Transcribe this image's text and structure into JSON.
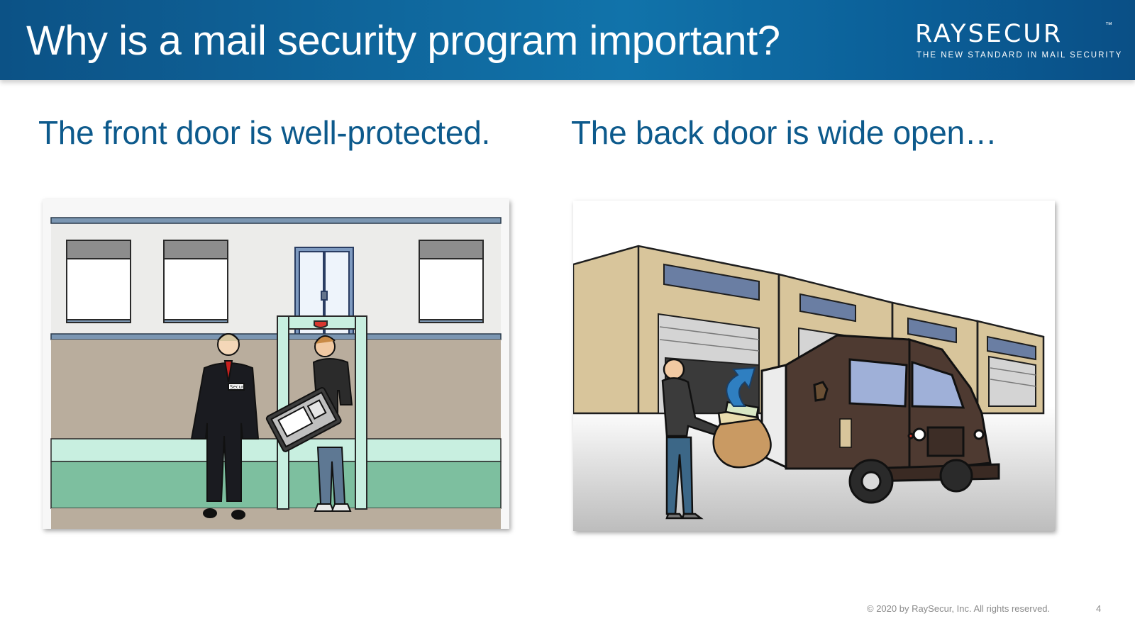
{
  "slide": {
    "title": "Why is a mail security program important?",
    "logo": {
      "wordmark": "RAYSECUR",
      "trademark": "™",
      "tagline": "THE NEW STANDARD IN MAIL SECURITY"
    },
    "left": {
      "heading": "The front door is well-protected.",
      "badge": "Security"
    },
    "right": {
      "heading": "The back door is wide open…"
    },
    "footer": {
      "copyright": "© 2020 by RaySecur, Inc. All rights reserved.",
      "page_number": "4"
    }
  },
  "colors": {
    "header_blue": "#1173aa",
    "heading_blue": "#0d5a8c",
    "wall_tan": "#b9ad9d",
    "wall_mint": "#c8efe0",
    "wall_green": "#7dbf9f",
    "truck_brown": "#4e3a31",
    "building_tan": "#d8c59b"
  }
}
